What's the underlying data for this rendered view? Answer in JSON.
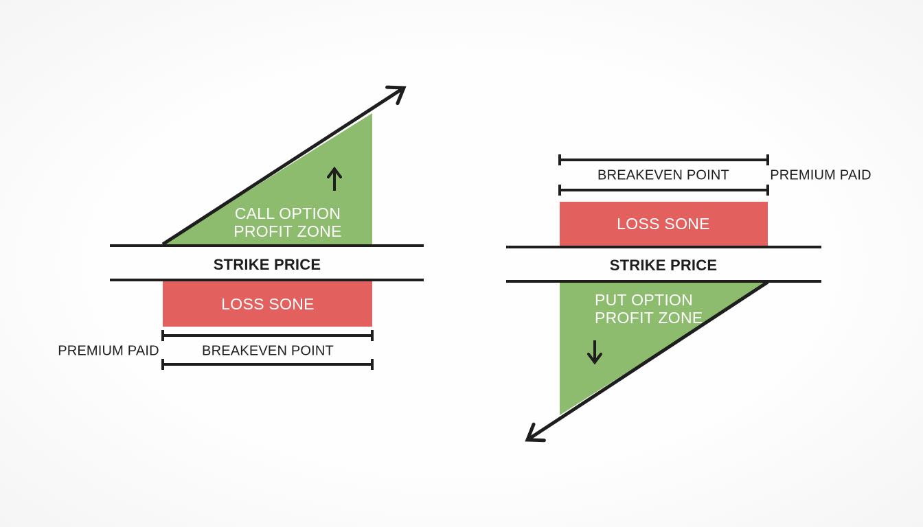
{
  "colors": {
    "background": "#fcfcfc",
    "ink": "#1e1e1e",
    "profit_green": "#8dbc6e",
    "loss_red": "#e2605e",
    "zone_text": "#ffffff"
  },
  "icons": {
    "up_right_trend_arrow": "↗",
    "up_arrow": "↑",
    "down_left_trend_arrow": "↙",
    "down_arrow": "↓"
  },
  "call_diagram": {
    "profit_zone_label_line1": "CALL OPTION",
    "profit_zone_label_line2": "PROFIT ZONE",
    "strike_price_label": "STRIKE PRICE",
    "loss_zone_label": "LOSS SONE",
    "premium_paid_label": "PREMIUM PAID",
    "breakeven_point_label": "BREAKEVEN POINT"
  },
  "put_diagram": {
    "breakeven_point_label": "BREAKEVEN POINT",
    "premium_paid_label": "PREMIUM PAID",
    "loss_zone_label": "LOSS SONE",
    "strike_price_label": "STRIKE PRICE",
    "profit_zone_label_line1": "PUT OPTION",
    "profit_zone_label_line2": "PROFIT ZONE"
  }
}
